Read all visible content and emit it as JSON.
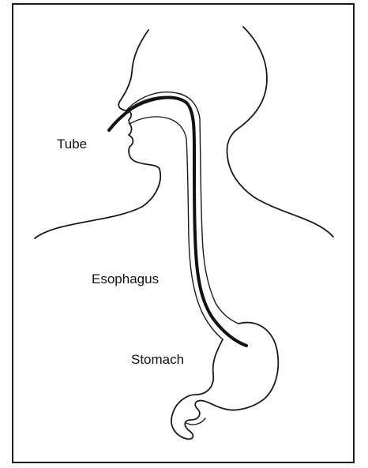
{
  "labels": {
    "tube": "Tube",
    "esophagus": "Esophagus",
    "stomach": "Stomach"
  },
  "colors": {
    "outline": "#1a1a1a",
    "tube": "#111111",
    "background": "#ffffff"
  }
}
